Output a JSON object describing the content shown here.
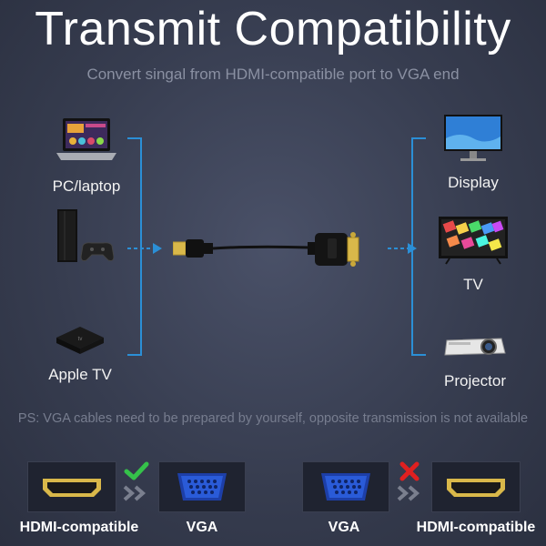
{
  "title": "Transmit Compatibility",
  "subtitle": "Convert singal from HDMI-compatible port to VGA end",
  "sources": [
    {
      "label": "PC/laptop",
      "icon": "laptop-icon"
    },
    {
      "label": "",
      "icon": "game-console-icon"
    },
    {
      "label": "Apple TV",
      "icon": "apple-tv-icon"
    }
  ],
  "outputs": [
    {
      "label": "Display",
      "icon": "monitor-icon"
    },
    {
      "label": "TV",
      "icon": "tv-icon"
    },
    {
      "label": "Projector",
      "icon": "projector-icon"
    }
  ],
  "note": "PS: VGA cables need to be prepared by yourself, opposite transmission is not available",
  "directions": [
    {
      "from": "HDMI-compatible",
      "to": "VGA",
      "supported": true
    },
    {
      "from": "VGA",
      "to": "HDMI-compatible",
      "supported": false
    }
  ],
  "colors": {
    "accent_blue": "#2b8fd6",
    "check_green": "#35c24a",
    "cross_red": "#e02020",
    "connector_gold": "#d9b84a",
    "vga_blue": "#2a5bd8"
  }
}
